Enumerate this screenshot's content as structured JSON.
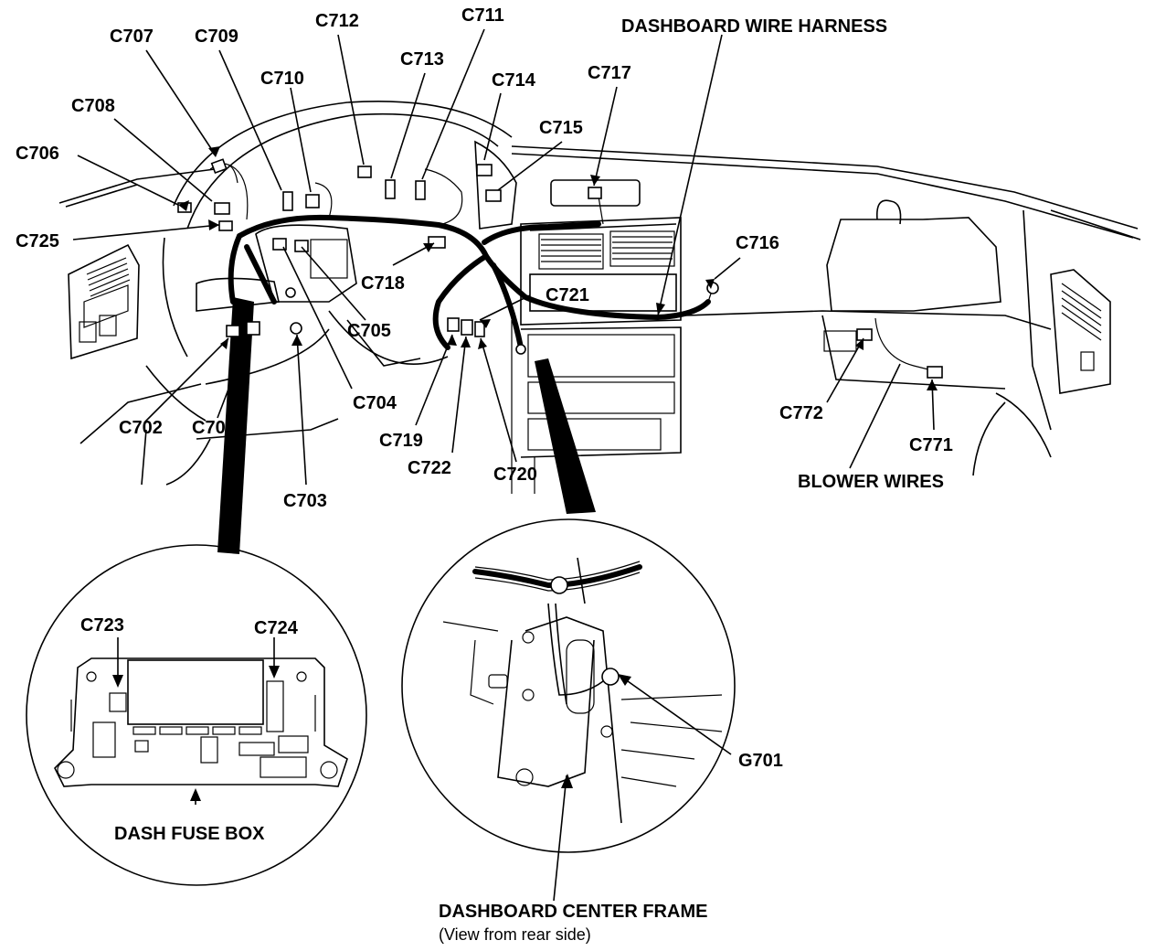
{
  "labels": {
    "c701": "C701",
    "c702": "C702",
    "c703": "C703",
    "c704": "C704",
    "c705": "C705",
    "c706": "C706",
    "c707": "C707",
    "c708": "C708",
    "c709": "C709",
    "c710": "C710",
    "c711": "C711",
    "c712": "C712",
    "c713": "C713",
    "c714": "C714",
    "c715": "C715",
    "c716": "C716",
    "c717": "C717",
    "c718": "C718",
    "c719": "C719",
    "c720": "C720",
    "c721": "C721",
    "c722": "C722",
    "c723": "C723",
    "c724": "C724",
    "c725": "C725",
    "c771": "C771",
    "c772": "C772",
    "g701": "G701",
    "dashboard_wire_harness": "DASHBOARD WIRE HARNESS",
    "blower_wires": "BLOWER WIRES",
    "dash_fuse_box": "DASH FUSE BOX",
    "dashboard_center_frame": "DASHBOARD CENTER FRAME",
    "view_from_rear_side": "(View from rear side)"
  }
}
